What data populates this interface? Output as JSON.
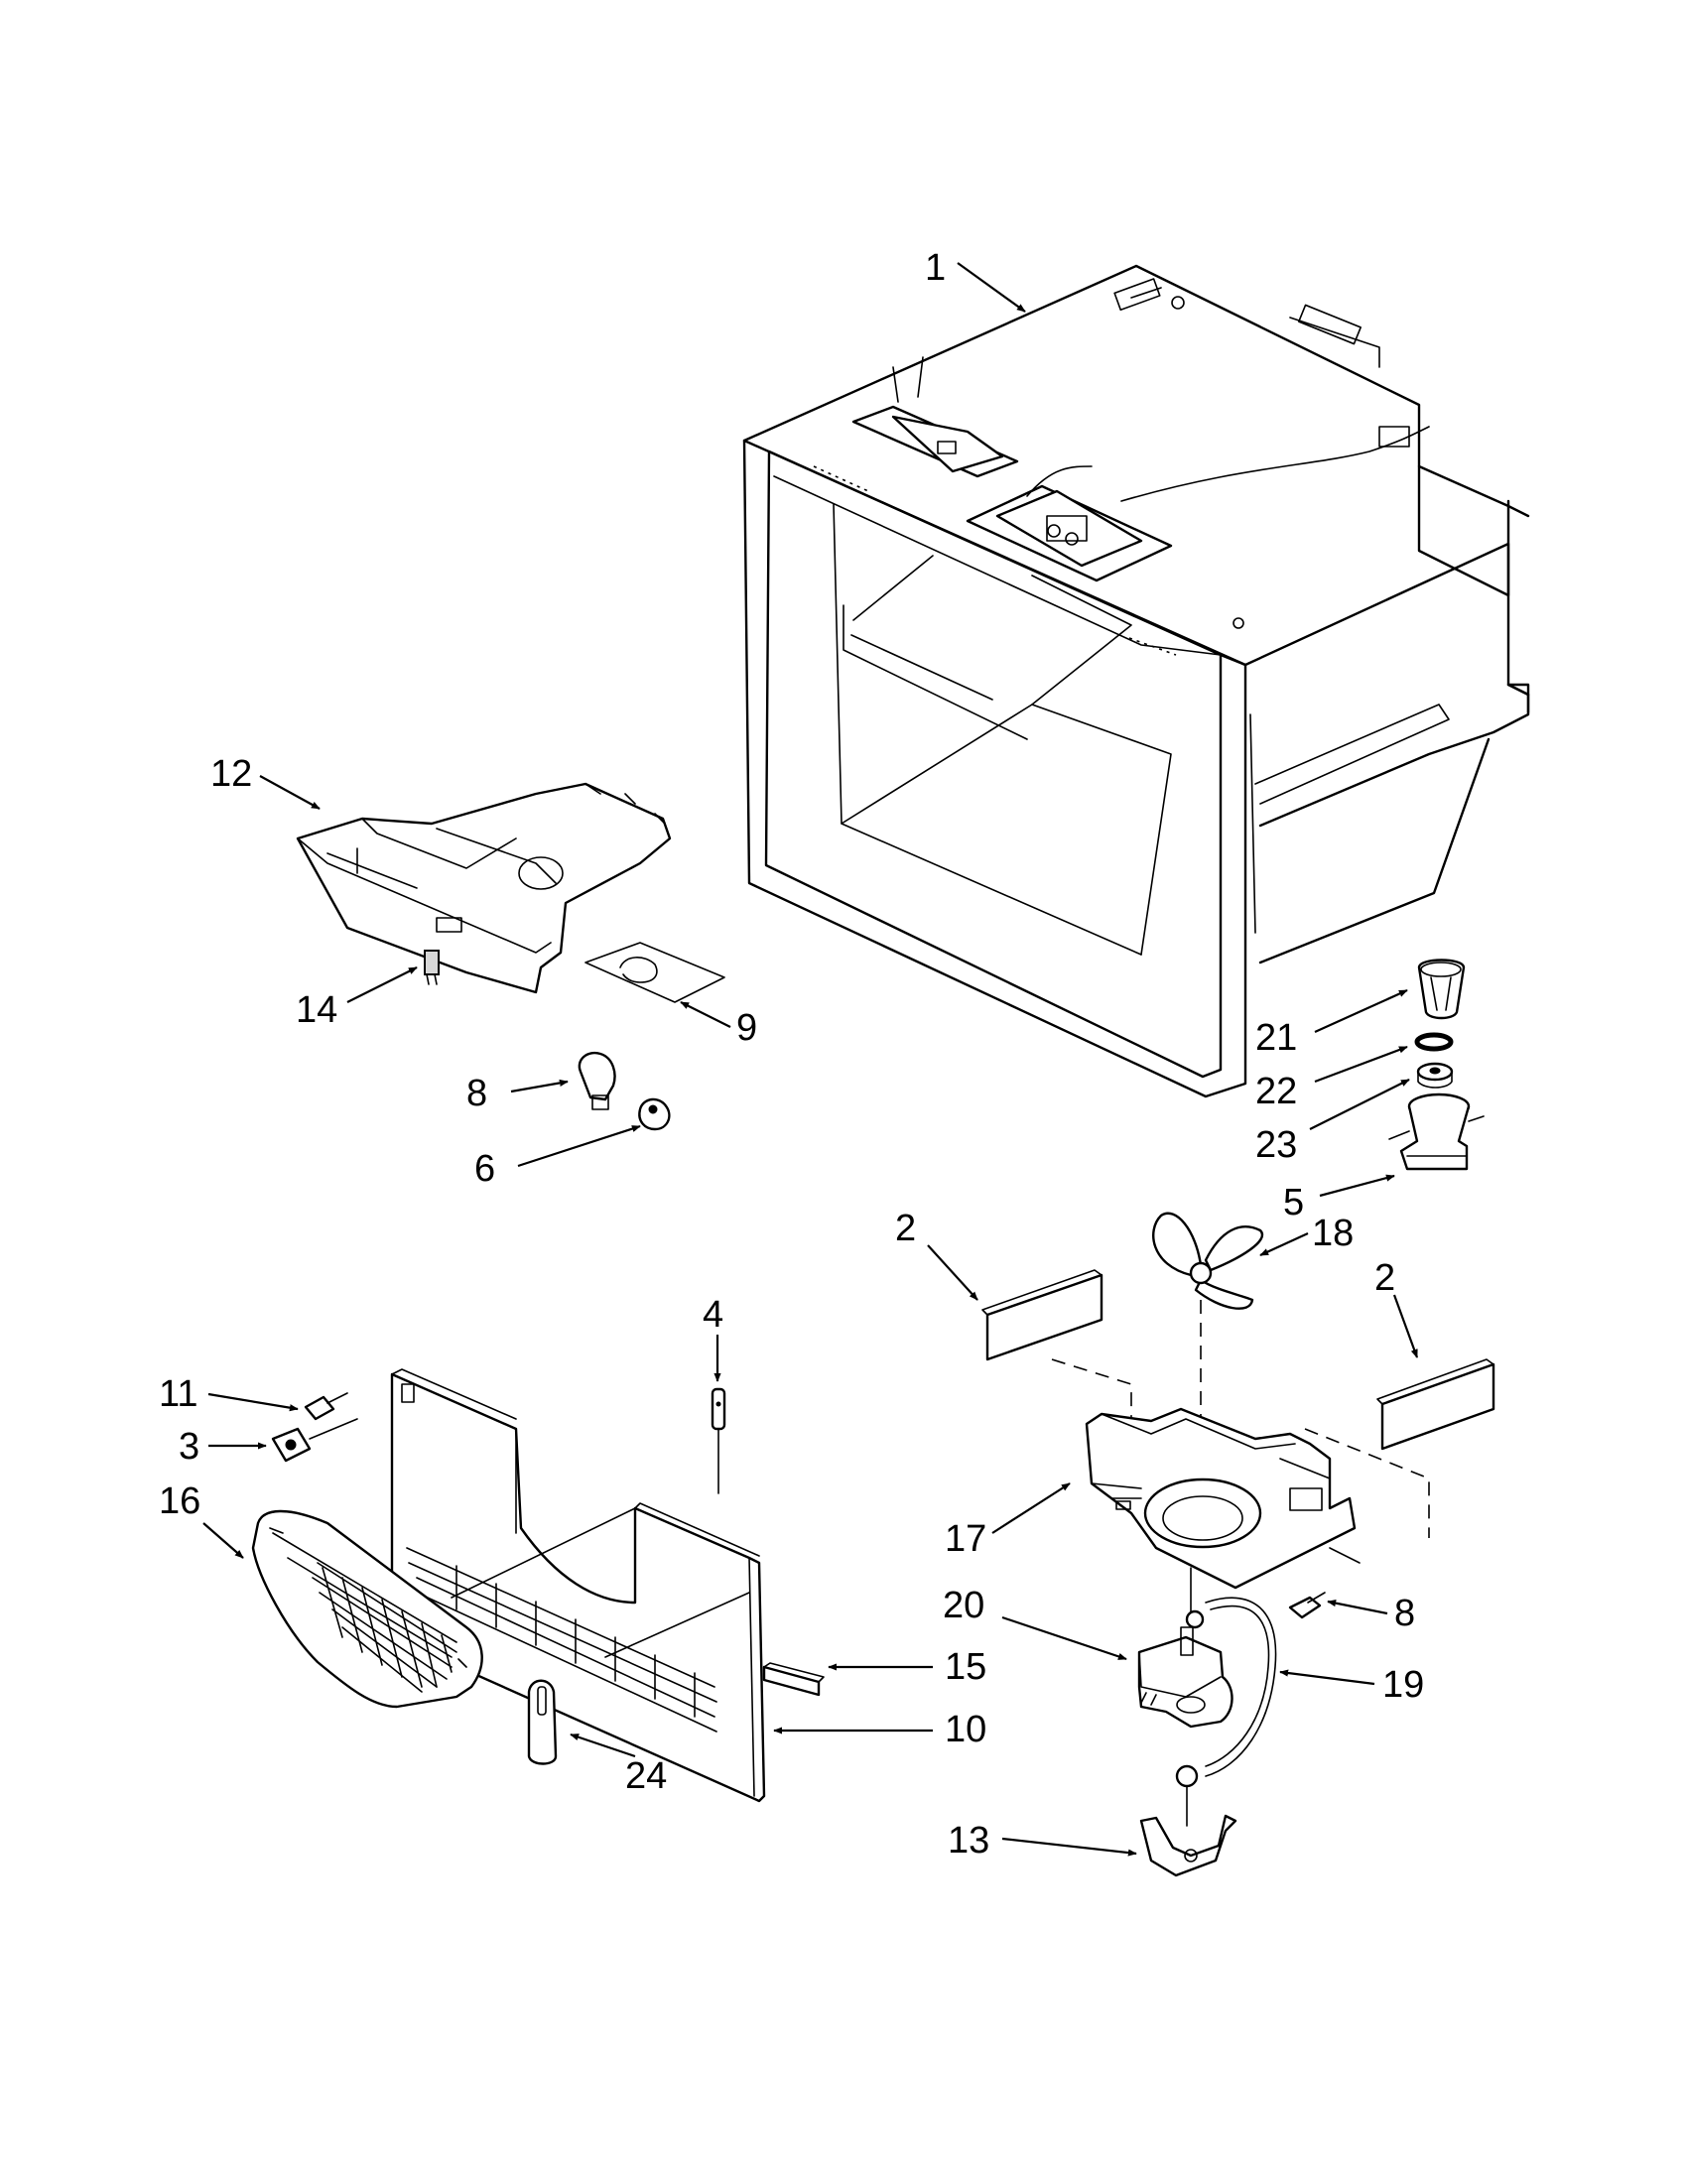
{
  "diagram": {
    "callouts": [
      {
        "label": "1"
      },
      {
        "label": "12"
      },
      {
        "label": "14"
      },
      {
        "label": "9"
      },
      {
        "label": "8"
      },
      {
        "label": "6"
      },
      {
        "label": "21"
      },
      {
        "label": "22"
      },
      {
        "label": "23"
      },
      {
        "label": "5"
      },
      {
        "label": "2"
      },
      {
        "label": "18"
      },
      {
        "label": "2"
      },
      {
        "label": "4"
      },
      {
        "label": "11"
      },
      {
        "label": "3"
      },
      {
        "label": "16"
      },
      {
        "label": "17"
      },
      {
        "label": "8"
      },
      {
        "label": "20"
      },
      {
        "label": "19"
      },
      {
        "label": "15"
      },
      {
        "label": "10"
      },
      {
        "label": "24"
      },
      {
        "label": "13"
      }
    ]
  }
}
